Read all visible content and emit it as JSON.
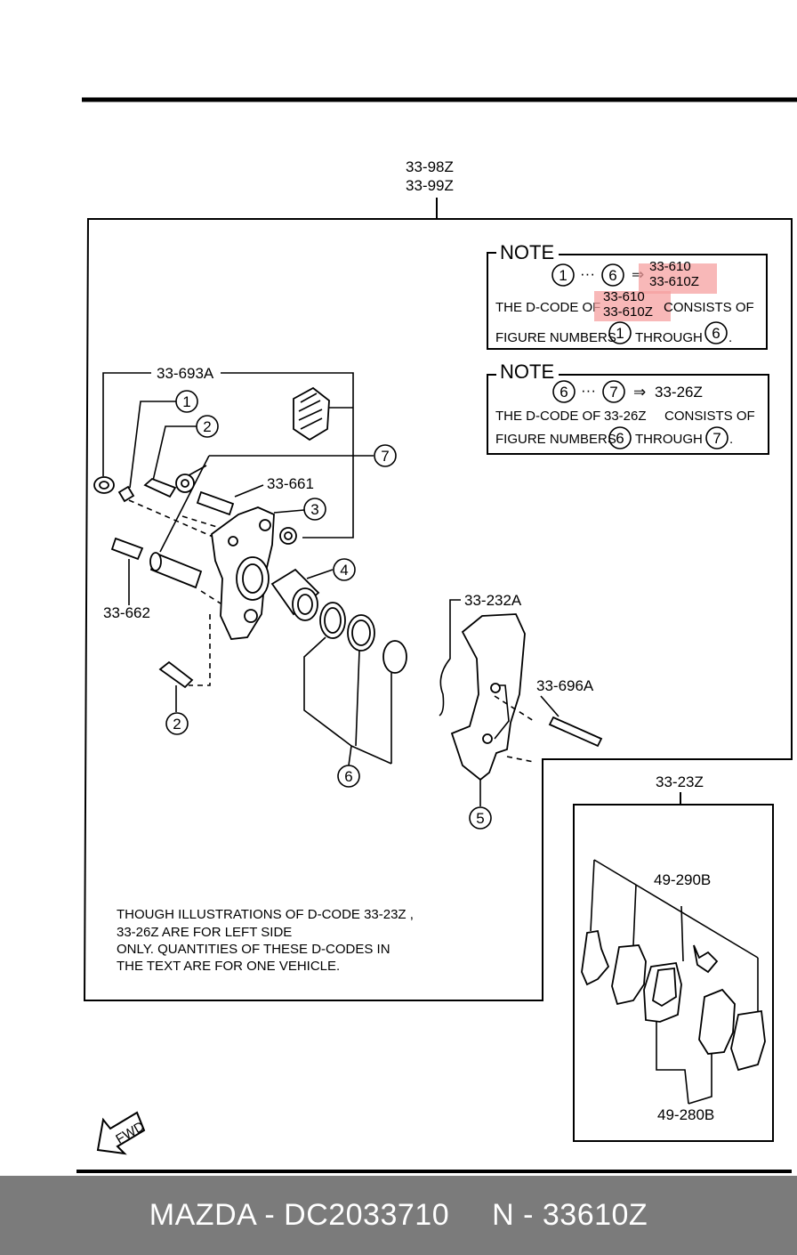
{
  "top_assembly": {
    "code_a": "33-98Z",
    "code_b": "33-99Z"
  },
  "note1": {
    "title": "NOTE",
    "from_num": "1",
    "to_num": "6",
    "arrow": "⇒",
    "code_a": "33-610",
    "code_b": "33-610Z",
    "line1_prefix": "THE D-CODE OF",
    "line1_code_a": "33-610",
    "line1_code_b": "33-610Z",
    "line1_suffix": "CONSISTS OF",
    "line2_prefix": "FIGURE NUMBERS",
    "line2_num_a": "1",
    "line2_mid": "THROUGH",
    "line2_num_b": "6",
    "line2_end": "."
  },
  "note2": {
    "title": "NOTE",
    "from_num": "6",
    "to_num": "7",
    "arrow": "⇒",
    "code": "33-26Z",
    "line1_prefix": "THE D-CODE OF",
    "line1_code": "33-26Z",
    "line1_suffix": "CONSISTS OF",
    "line2_prefix": "FIGURE NUMBERS",
    "line2_num_a": "6",
    "line2_mid": "THROUGH",
    "line2_num_b": "7",
    "line2_end": "."
  },
  "part_labels": {
    "p33_693A": "33-693A",
    "p33_661": "33-661",
    "p33_662": "33-662",
    "p33_232A": "33-232A",
    "p33_696A": "33-696A",
    "p33_23Z": "33-23Z",
    "p49_290B": "49-290B",
    "p49_280B": "49-280B"
  },
  "callouts": {
    "c1": "1",
    "c2a": "2",
    "c2b": "2",
    "c3": "3",
    "c4": "4",
    "c5": "5",
    "c6": "6",
    "c7": "7"
  },
  "footnote": {
    "line1": "THOUGH ILLUSTRATIONS OF D-CODE 33-23Z ,",
    "line2": "33-26Z ARE FOR LEFT SIDE",
    "line3": "ONLY. QUANTITIES OF THESE D-CODES IN",
    "line4": "THE TEXT ARE FOR ONE VEHICLE."
  },
  "fwd_label": "FWD",
  "footer": {
    "brand_part": "MAZDA - DC2033710",
    "ref": "N - 33610Z"
  },
  "colors": {
    "highlight": "#f5a0a0",
    "footer_bg": "#7b7b7b",
    "footer_text": "#ffffff"
  }
}
